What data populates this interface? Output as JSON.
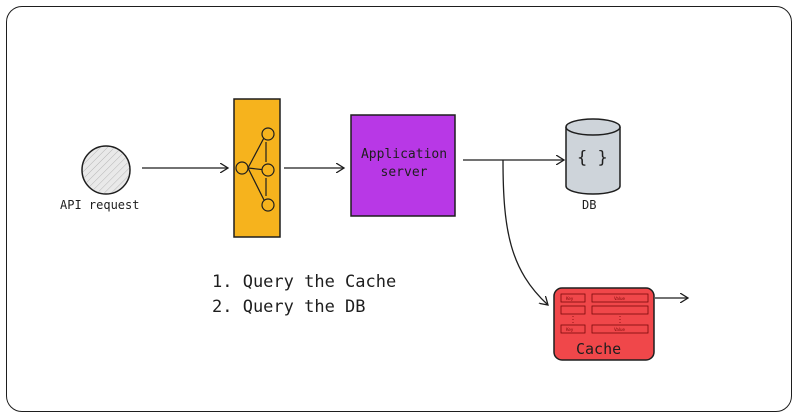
{
  "nodes": {
    "api_request": {
      "label": "API request"
    },
    "load_balancer": {
      "color": "#f6b31d"
    },
    "app_server": {
      "label": "Application server",
      "color": "#b838e6"
    },
    "db": {
      "label": "DB",
      "icon_text": "{ }",
      "color": "#ced4da"
    },
    "cache": {
      "label": "Cache",
      "color": "#f0474a",
      "row_key": "Key",
      "row_value": "Value"
    }
  },
  "steps": [
    "1. Query the Cache",
    "2. Query the DB"
  ]
}
